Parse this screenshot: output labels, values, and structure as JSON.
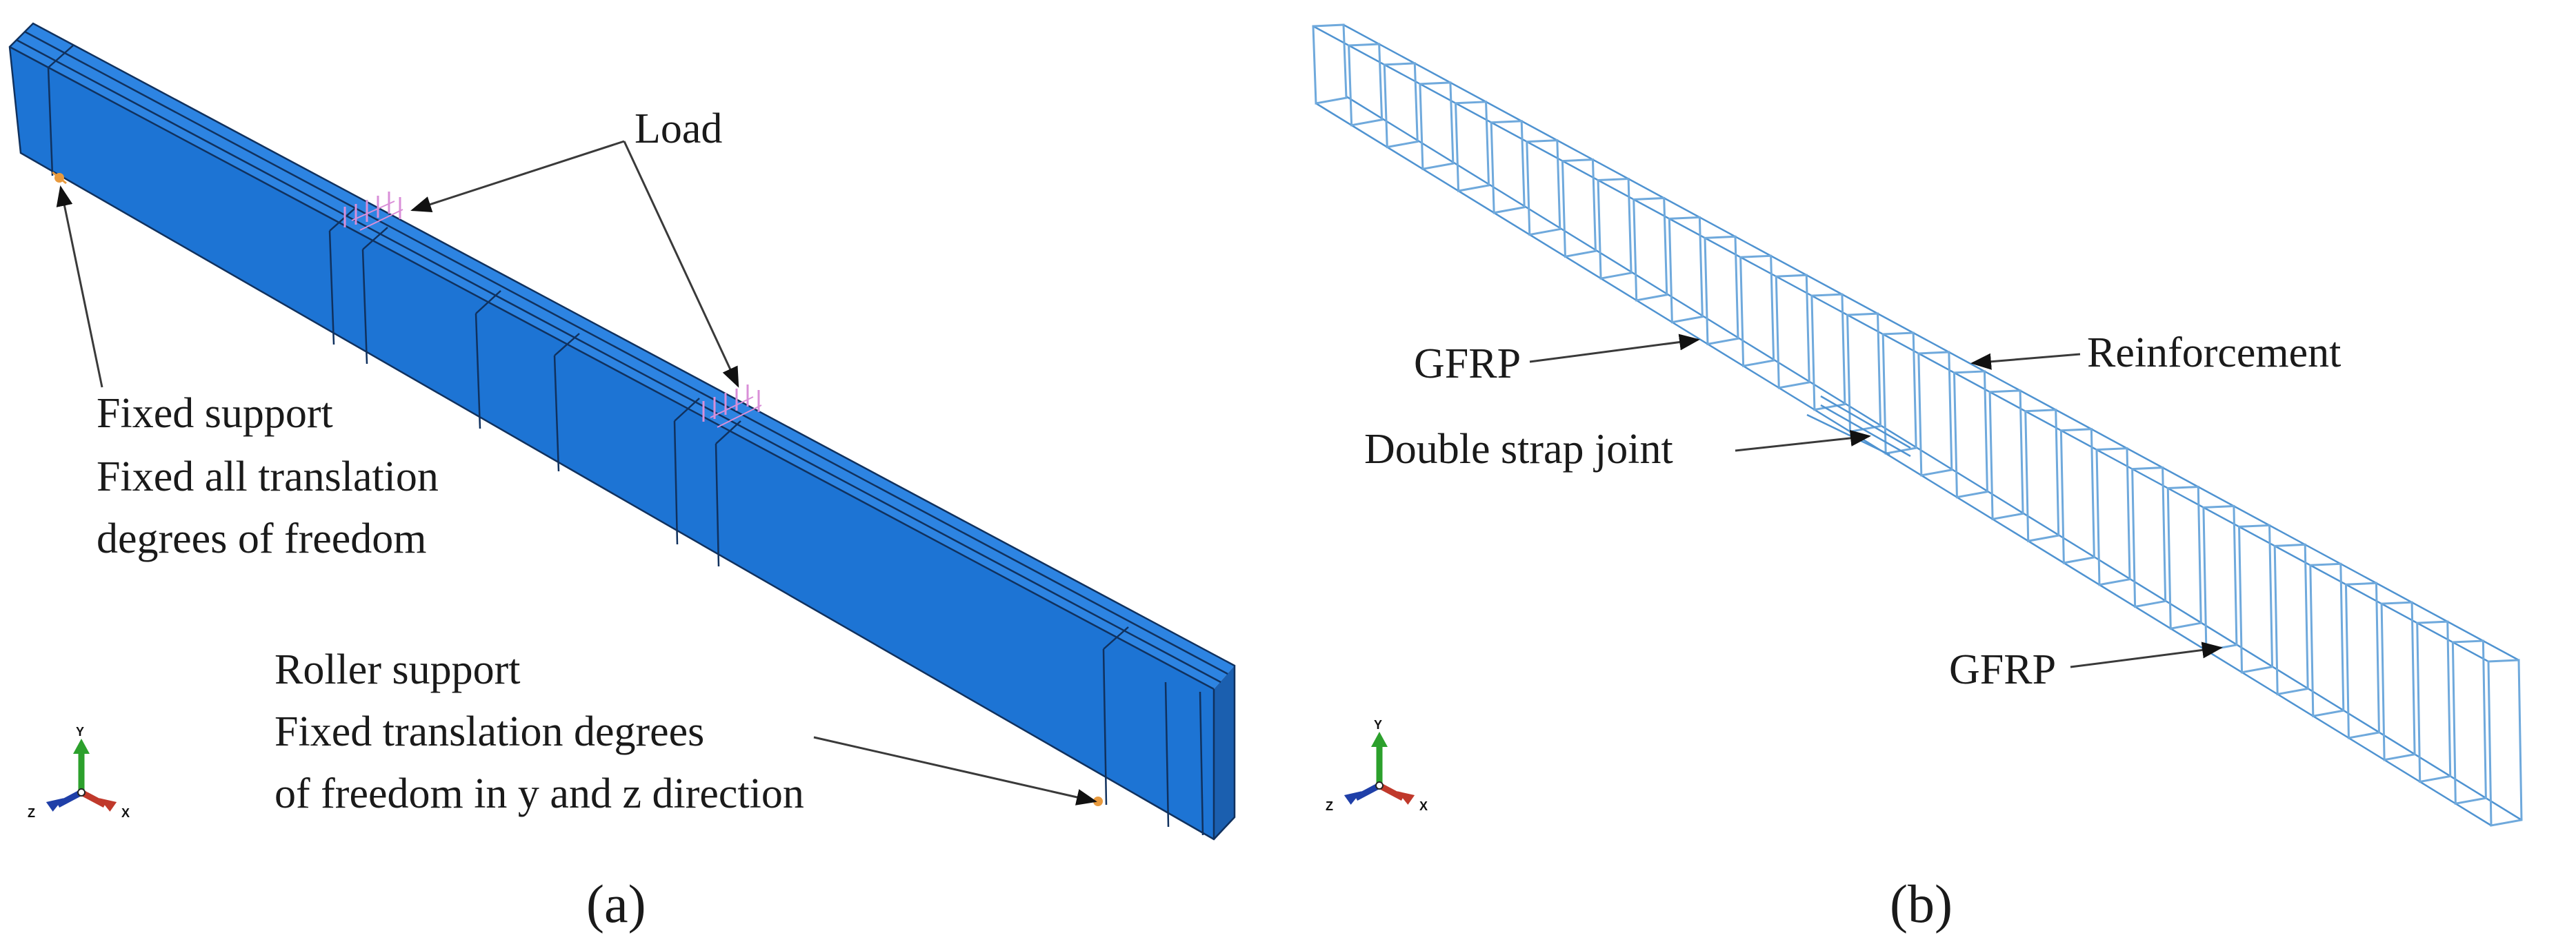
{
  "colors": {
    "beam_side": "#1d74d4",
    "beam_top": "#2d84e2",
    "beam_end": "#1b5faf",
    "cage_line": "#6fa9dc",
    "load_marker": "#d98fd8",
    "support_marker": "#e89a3e",
    "axis_x": "#c0392b",
    "axis_y": "#2ca02c",
    "axis_z": "#1f3fa8"
  },
  "panel_a": {
    "caption": "(a)",
    "load_label": "Load",
    "fixed_support": {
      "line1": "Fixed support",
      "line2": "Fixed all translation",
      "line3": "degrees of freedom"
    },
    "roller_support": {
      "line1": "Roller support",
      "line2": "Fixed translation degrees",
      "line3": "of freedom in y and z direction"
    },
    "triad": {
      "x": "X",
      "y": "Y",
      "z": "Z"
    }
  },
  "panel_b": {
    "caption": "(b)",
    "gfrp_top": "GFRP",
    "double_strap": "Double strap joint",
    "reinforcement": "Reinforcement",
    "gfrp_bottom": "GFRP",
    "triad": {
      "x": "X",
      "y": "Y",
      "z": "Z"
    }
  }
}
